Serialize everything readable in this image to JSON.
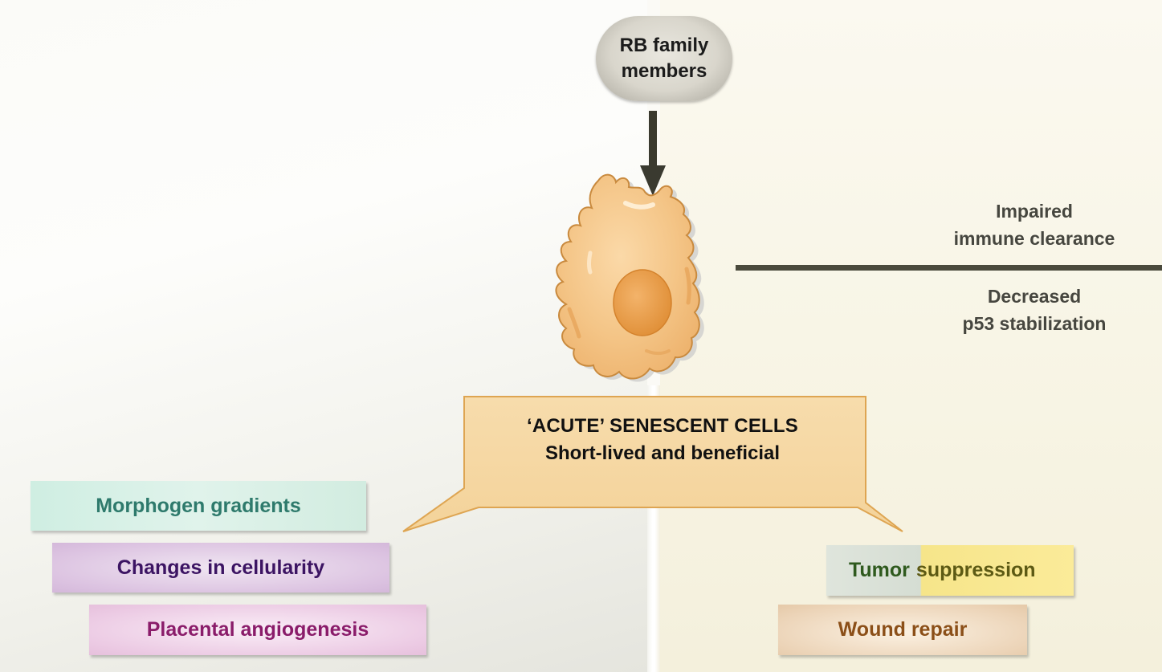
{
  "diagram": {
    "upstream": {
      "label": "RB family\nmembers"
    },
    "cell": {
      "icon": "senescent-cell-icon",
      "color": "#f2c083"
    },
    "inhibition": {
      "above_label": "Impaired\nimmune clearance",
      "below_label": "Decreased\np53 stabilization"
    },
    "callout": {
      "title": "‘ACUTE’ SENESCENT CELLS",
      "subtitle": "Short-lived and beneficial",
      "fill": "#f6d9a6",
      "stroke": "#e0a955"
    },
    "left_outcomes": [
      {
        "label": "Morphogen gradients",
        "text_color": "#2e7a6c"
      },
      {
        "label": "Changes in cellularity",
        "text_color": "#3c1463"
      },
      {
        "label": "Placental angiogenesis",
        "text_color": "#8a1c6a"
      }
    ],
    "right_outcomes": [
      {
        "label_part1": "Tumor",
        "label_part2": "suppression",
        "text_color_1": "#2f5a1e",
        "text_color_2": "#5d5a14"
      },
      {
        "label": "Wound repair",
        "text_color": "#8b4f18"
      }
    ]
  }
}
